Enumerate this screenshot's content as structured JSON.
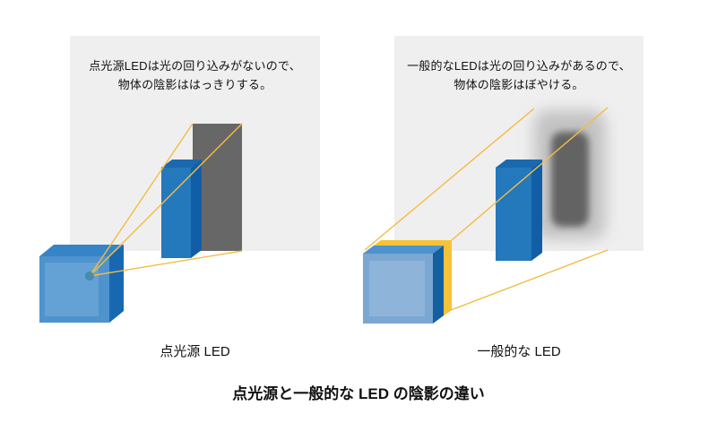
{
  "figure": {
    "title": "点光源と一般的な LED の陰影の違い",
    "panels": [
      {
        "id": "point-source-led",
        "note": {
          "line1": "点光源LEDは光の回り込みがないので、",
          "line2": "物体の陰影ははっきりする。"
        },
        "label": "点光源 LED",
        "shadow_style": "sharp"
      },
      {
        "id": "general-led",
        "note": {
          "line1": "一般的なLEDは光の回り込みがあるので、",
          "line2": "物体の陰影はぼやける。"
        },
        "label": "一般的な LED",
        "shadow_style": "blurred"
      }
    ],
    "colors": {
      "background": "#ffffff",
      "wall_gray": "#efefef",
      "sharp_shadow_gray": "#676767",
      "blur_shadow_core": "#646464",
      "blur_shadow_halo": "#c3c3c3",
      "object_blue_front": "#2478bc",
      "object_blue_side": "#115ea6",
      "cube_blue_left_front": "#4e93ce",
      "cube_blue_right_front": "#7ba7d3",
      "light_ray_yellow": "#f3bc43",
      "glow_yellow": "#f6c238",
      "point_dot_teal": "#3f88ab",
      "text": "#111111"
    }
  }
}
